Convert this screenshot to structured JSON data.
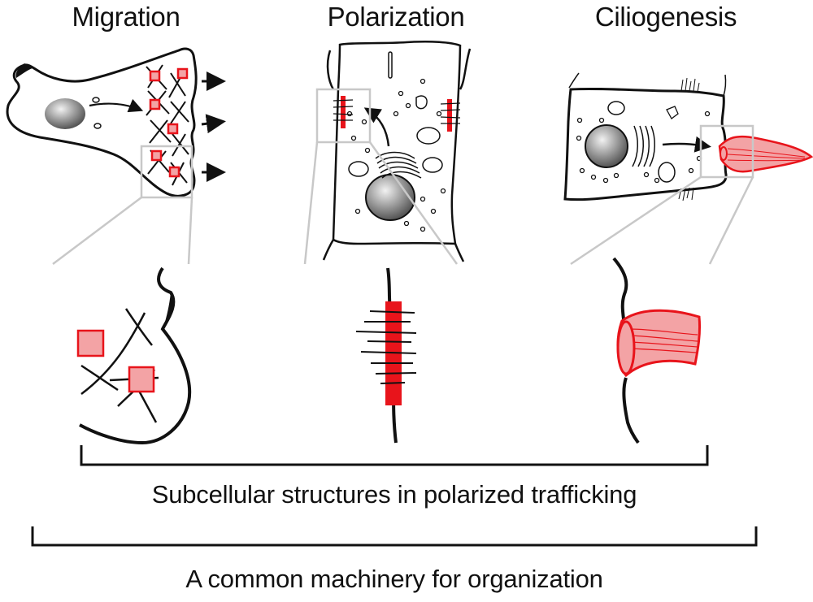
{
  "panels": [
    {
      "id": "migration",
      "title": "Migration"
    },
    {
      "id": "polarization",
      "title": "Polarization"
    },
    {
      "id": "ciliogenesis",
      "title": "Ciliogenesis"
    }
  ],
  "captions": {
    "subcellular": "Subcellular structures in polarized trafficking",
    "common": "A common machinery for organization"
  },
  "colors": {
    "ink": "#111111",
    "accent_red": "#e8141b",
    "accent_fill": "#f3a3a5",
    "zoom_box": "#c8c8c8",
    "nucleus_dark": "#555555",
    "nucleus_light": "#f2f2f2"
  }
}
